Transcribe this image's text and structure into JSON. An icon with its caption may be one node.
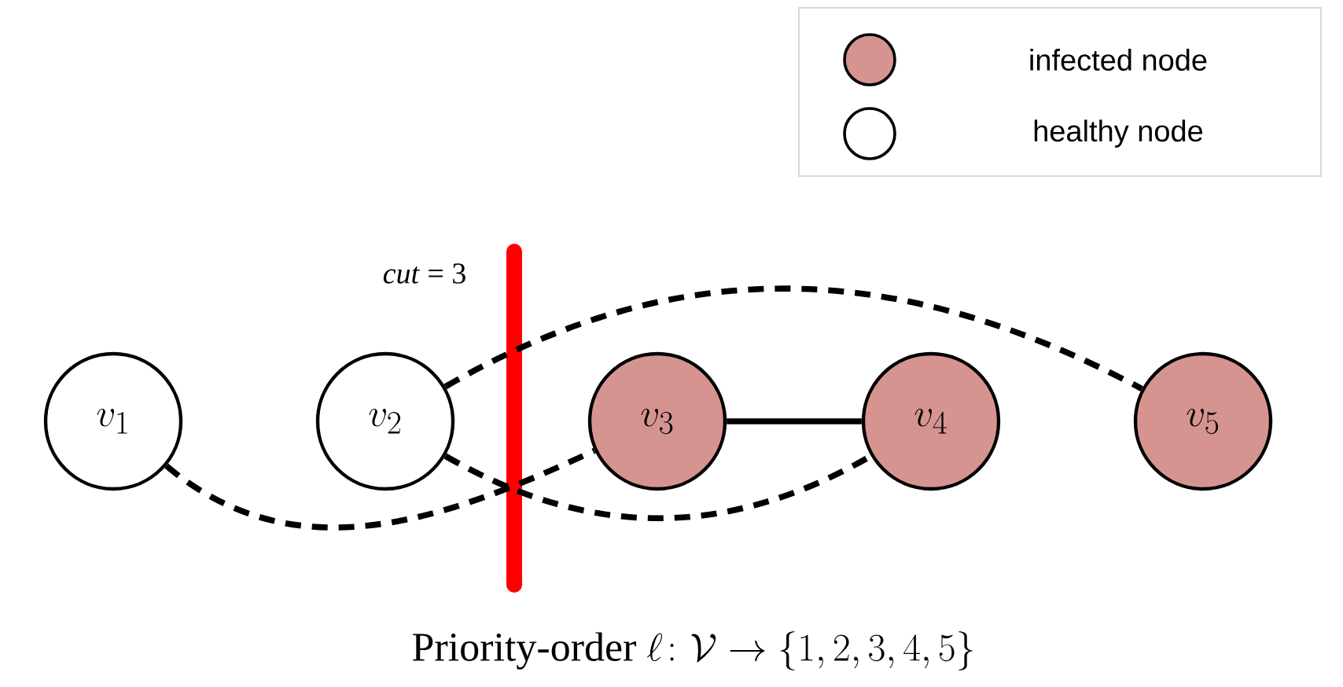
{
  "diagram": {
    "caption": "\\text{Priority-order } \\ell\\colon \\mathcal{V} \\to \\{1, 2, 3, 4, 5\\}",
    "nodes": [
      {
        "text": [
          "v_1"
        ]
      },
      {
        "text": [
          "v_2"
        ]
      },
      {
        "text": [
          "v_3"
        ]
      },
      {
        "text": [
          "v_4"
        ]
      },
      {
        "text": [
          "v_5"
        ]
      }
    ],
    "edges": [
      {
        "from": 1,
        "to": 4,
        "arrow": "none",
        "style": "dashed"
      },
      {
        "from": 0,
        "to": 2,
        "arrow": "none",
        "style": "dashed"
      },
      {
        "from": 1,
        "to": 3,
        "arrow": "none",
        "style": "dashed"
      },
      {
        "from": 2,
        "to": 3,
        "arrow": "none"
      }
    ],
    "labels": [
      "*cut* = 3"
    ],
    "legend": [
      {
        "text": "infected node",
        "color": "#d69490"
      },
      {
        "text": "healthy node"
      }
    ]
  }
}
